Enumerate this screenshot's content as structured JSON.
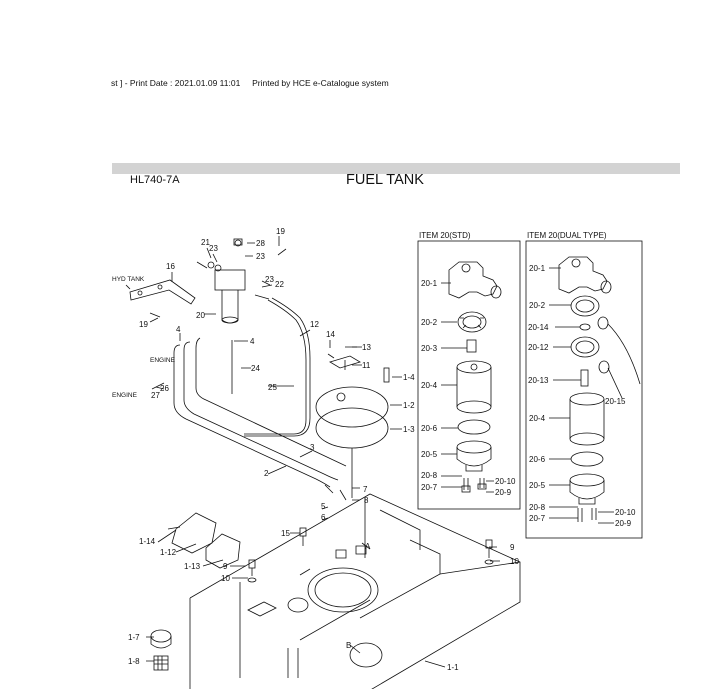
{
  "header": {
    "print_line": "st ] - Print Date : 2021.01.09 11:01     Printed by HCE e-Catalogue system"
  },
  "model": "HL740-7A",
  "title": "FUEL TANK",
  "detail_std": {
    "caption": "ITEM 20(STD)",
    "labels": [
      "20-1",
      "20-2",
      "20-3",
      "20-4",
      "20-6",
      "20-5",
      "20-8",
      "20-7",
      "20-10",
      "20-9"
    ]
  },
  "detail_dual": {
    "caption": "ITEM 20(DUAL TYPE)",
    "labels": [
      "20-1",
      "20-2",
      "20-14",
      "20-12",
      "20-13",
      "20-15",
      "20-4",
      "20-6",
      "20-5",
      "20-8",
      "20-7",
      "20-10",
      "20-9"
    ]
  },
  "callouts": {
    "hyd_tank": "HYD TANK",
    "engine_1": "ENGINE",
    "engine_2": "ENGINE",
    "main": [
      "19",
      "21",
      "23",
      "28",
      "23",
      "16",
      "23",
      "22",
      "19",
      "20",
      "12",
      "14",
      "13",
      "4",
      "4",
      "24",
      "11",
      "1-4",
      "1-2",
      "1-3",
      "25",
      "26",
      "27",
      "3",
      "2",
      "7",
      "8",
      "5",
      "6",
      "1-14",
      "1-12",
      "1-13",
      "15",
      "A",
      "9",
      "10",
      "9",
      "10",
      "1-7",
      "1-8",
      "B",
      "1-1"
    ]
  }
}
